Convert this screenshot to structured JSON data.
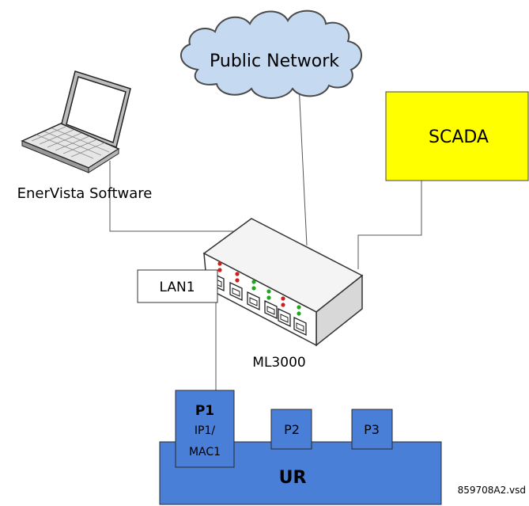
{
  "labels": {
    "public_network": "Public Network",
    "scada": "SCADA",
    "software": "EnerVista Software",
    "lan": "LAN1",
    "switch": "ML3000",
    "port1_title": "P1",
    "port1_line1": "IP1/",
    "port1_line2": "MAC1",
    "port2": "P2",
    "port3": "P3",
    "device": "UR",
    "drawing_id": "859708A2.vsd"
  },
  "colors": {
    "cloud_fill": "#c5d9f1",
    "cloud_stroke": "#4a4a4a",
    "scada_fill": "#ffff00",
    "ur_fill": "#4a7fd8",
    "port_fill": "#4a7fd8",
    "led_red": "#cc1f1f",
    "led_green": "#1fa81f",
    "wire": "#555555"
  },
  "icons": {
    "laptop": "laptop-icon",
    "switch": "ethernet-switch-icon",
    "cloud": "cloud-icon"
  }
}
